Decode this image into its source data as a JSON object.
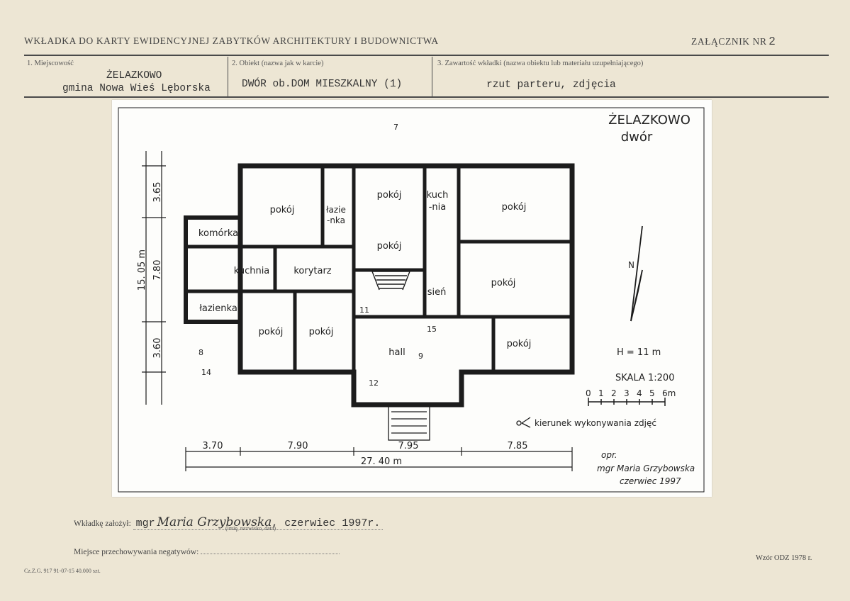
{
  "header": {
    "title": "WKŁADKA DO KARTY EWIDENCYJNEJ ZABYTKÓW ARCHITEKTURY I BUDOWNICTWA",
    "attachment_label": "ZAŁĄCZNIK NR",
    "attachment_number": "2"
  },
  "fields": {
    "f1_label": "1. Miejscowość",
    "f1_value_line1": "ŻELAZKOWO",
    "f1_value_line2": "gmina Nowa Wieś Lęborska",
    "f2_label": "2. Obiekt (nazwa jak w karcie)",
    "f2_value": "DWÓR ob.DOM MIESZKALNY (1)",
    "f3_label": "3. Zawartość wkładki (nazwa obiektu lub materiału uzupełniającego)",
    "f3_value": "rzut parteru, zdjęcia"
  },
  "plan": {
    "title_line1": "ŻELAZKOWO",
    "title_line2": "dwór",
    "rooms": [
      {
        "id": "r1",
        "text": "pokój"
      },
      {
        "id": "r2a",
        "text": "łazie"
      },
      {
        "id": "r2b",
        "text": "-nka"
      },
      {
        "id": "r3",
        "text": "pokój"
      },
      {
        "id": "r4a",
        "text": "kuch"
      },
      {
        "id": "r4b",
        "text": "-nia"
      },
      {
        "id": "r5",
        "text": "pokój"
      },
      {
        "id": "r6",
        "text": "komórka"
      },
      {
        "id": "r7",
        "text": "pokój"
      },
      {
        "id": "r8",
        "text": "kuchnia"
      },
      {
        "id": "r9",
        "text": "korytarz"
      },
      {
        "id": "r10",
        "text": "sień"
      },
      {
        "id": "r11",
        "text": "pokój"
      },
      {
        "id": "r12",
        "text": "łazienka"
      },
      {
        "id": "r13",
        "text": "pokój"
      },
      {
        "id": "r14",
        "text": "pokój"
      },
      {
        "id": "r15",
        "text": "hall"
      },
      {
        "id": "r16",
        "text": "pokój"
      }
    ],
    "photo_numbers": [
      "7",
      "8",
      "9",
      "11",
      "12",
      "14",
      "15"
    ],
    "north": "N",
    "height": "H = 11 m",
    "scale_label": "SKALA 1:200",
    "scale_ticks": [
      "0",
      "1",
      "2",
      "3",
      "4",
      "5",
      "6m"
    ],
    "legend": "kierunek wykonywania zdjęć",
    "dims_horizontal": [
      "3.70",
      "7.90",
      "7.95",
      "7.85"
    ],
    "dim_total_horizontal": "27. 40  m",
    "dims_vertical": [
      "3.65",
      "7.80",
      "3.60"
    ],
    "dim_total_vertical": "15. 05 m",
    "author_line1": "opr.",
    "author_line2": "mgr Maria Grzybowska",
    "author_line3": "czerwiec 1997"
  },
  "footer": {
    "founded_label": "Wkładkę założył:",
    "founded_prefix": "mgr",
    "founded_name": "Maria Grzybowska",
    "founded_suffix": ", czerwiec 1997r.",
    "founded_hint": "(imię, nazwisko, data)",
    "negatives_label": "Miejsce przechowywania negatywów:",
    "print_info": "Cz.Z.G. 917 91-07-15 40.000 szt.",
    "template": "Wzór ODZ 1978 r."
  }
}
